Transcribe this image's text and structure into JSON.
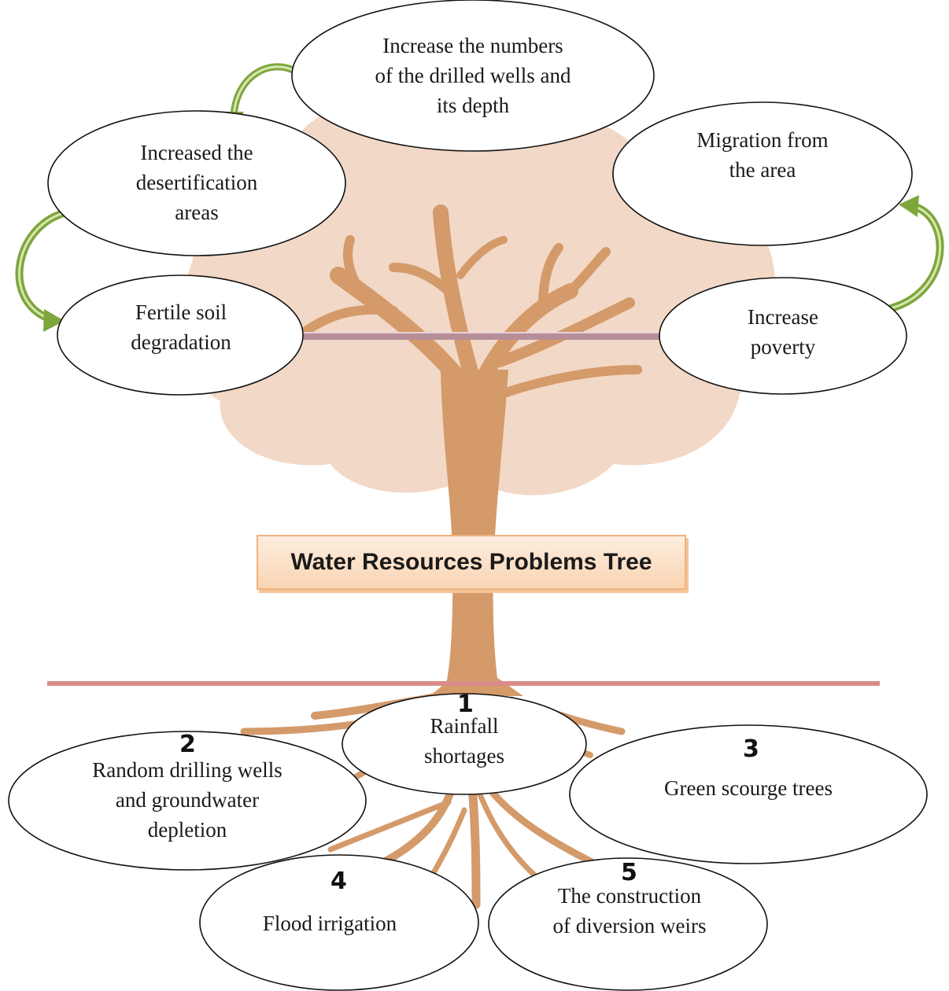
{
  "title": "Water Resources Problems Tree",
  "colors": {
    "canopy": "#f2d8c6",
    "trunk": "#d49a6a",
    "ground_line": "#d98b8a",
    "curved_arrow": "#7ea63c",
    "straight_arrow": "#b58e98",
    "title_border": "#f1b27c"
  },
  "effects": [
    {
      "id": "wells",
      "lines": [
        "Increase the numbers",
        "of the drilled wells and",
        "its depth"
      ]
    },
    {
      "id": "desertification",
      "lines": [
        "Increased the",
        "desertification",
        "areas"
      ]
    },
    {
      "id": "soil",
      "lines": [
        "Fertile soil",
        "degradation"
      ]
    },
    {
      "id": "migration",
      "lines": [
        "Migration from",
        "the area"
      ]
    },
    {
      "id": "poverty",
      "lines": [
        "Increase",
        "poverty"
      ]
    }
  ],
  "causes": [
    {
      "id": "rainfall",
      "number": "1",
      "lines": [
        "Rainfall",
        "shortages"
      ]
    },
    {
      "id": "drilling",
      "number": "2",
      "lines": [
        "Random drilling wells",
        "and groundwater",
        "depletion"
      ]
    },
    {
      "id": "scourge",
      "number": "3",
      "lines": [
        "Green scourge trees"
      ]
    },
    {
      "id": "flood",
      "number": "4",
      "lines": [
        "Flood irrigation"
      ]
    },
    {
      "id": "weirs",
      "number": "5",
      "lines": [
        "The construction",
        "of diversion weirs"
      ]
    }
  ]
}
